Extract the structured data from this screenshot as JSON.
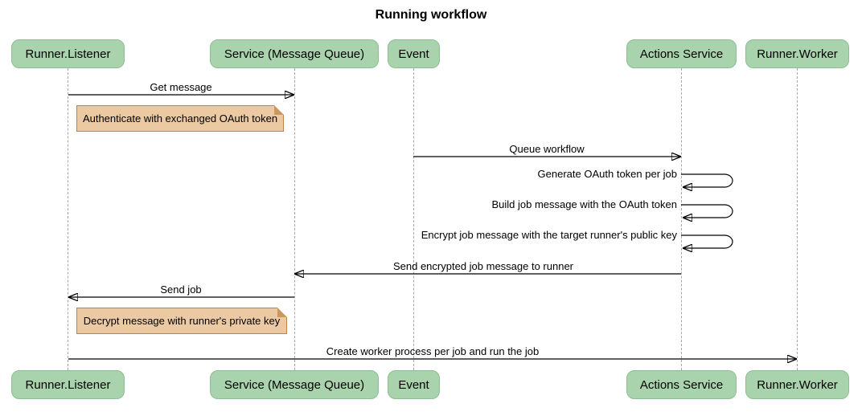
{
  "title": "Running workflow",
  "actors": [
    {
      "id": "runner-listener",
      "label": "Runner.Listener"
    },
    {
      "id": "service-mq",
      "label": "Service (Message Queue)"
    },
    {
      "id": "event",
      "label": "Event"
    },
    {
      "id": "actions-service",
      "label": "Actions Service"
    },
    {
      "id": "runner-worker",
      "label": "Runner.Worker"
    }
  ],
  "messages": {
    "get_message": {
      "label": "Get message",
      "from": "Runner.Listener",
      "to": "Service (Message Queue)"
    },
    "queue_workflow": {
      "label": "Queue workflow",
      "from": "Event",
      "to": "Actions Service"
    },
    "generate_oauth": {
      "label": "Generate OAuth token per job",
      "from": "Actions Service",
      "to": "Actions Service"
    },
    "build_job": {
      "label": "Build job message with the OAuth token",
      "from": "Actions Service",
      "to": "Actions Service"
    },
    "encrypt_job": {
      "label": "Encrypt job message with the target runner's public key",
      "from": "Actions Service",
      "to": "Actions Service"
    },
    "send_encrypted": {
      "label": "Send encrypted job message to runner",
      "from": "Actions Service",
      "to": "Service (Message Queue)"
    },
    "send_job": {
      "label": "Send job",
      "from": "Service (Message Queue)",
      "to": "Runner.Listener"
    },
    "create_worker": {
      "label": "Create worker process per job and run the job",
      "from": "Runner.Listener",
      "to": "Runner.Worker"
    }
  },
  "notes": {
    "authenticate": {
      "label": "Authenticate with exchanged OAuth token",
      "over": "Runner.Listener"
    },
    "decrypt": {
      "label": "Decrypt message with runner's private key",
      "over": "Runner.Listener"
    }
  },
  "colors": {
    "background": "#ffffff",
    "actor_fill": "#A9D3AC",
    "actor_border": "#8CBE92",
    "note_fill": "#EBC9A3",
    "note_border": "#B9834B",
    "lifeline": "#A6A6A6",
    "line": "#000000",
    "text": "#000000"
  }
}
